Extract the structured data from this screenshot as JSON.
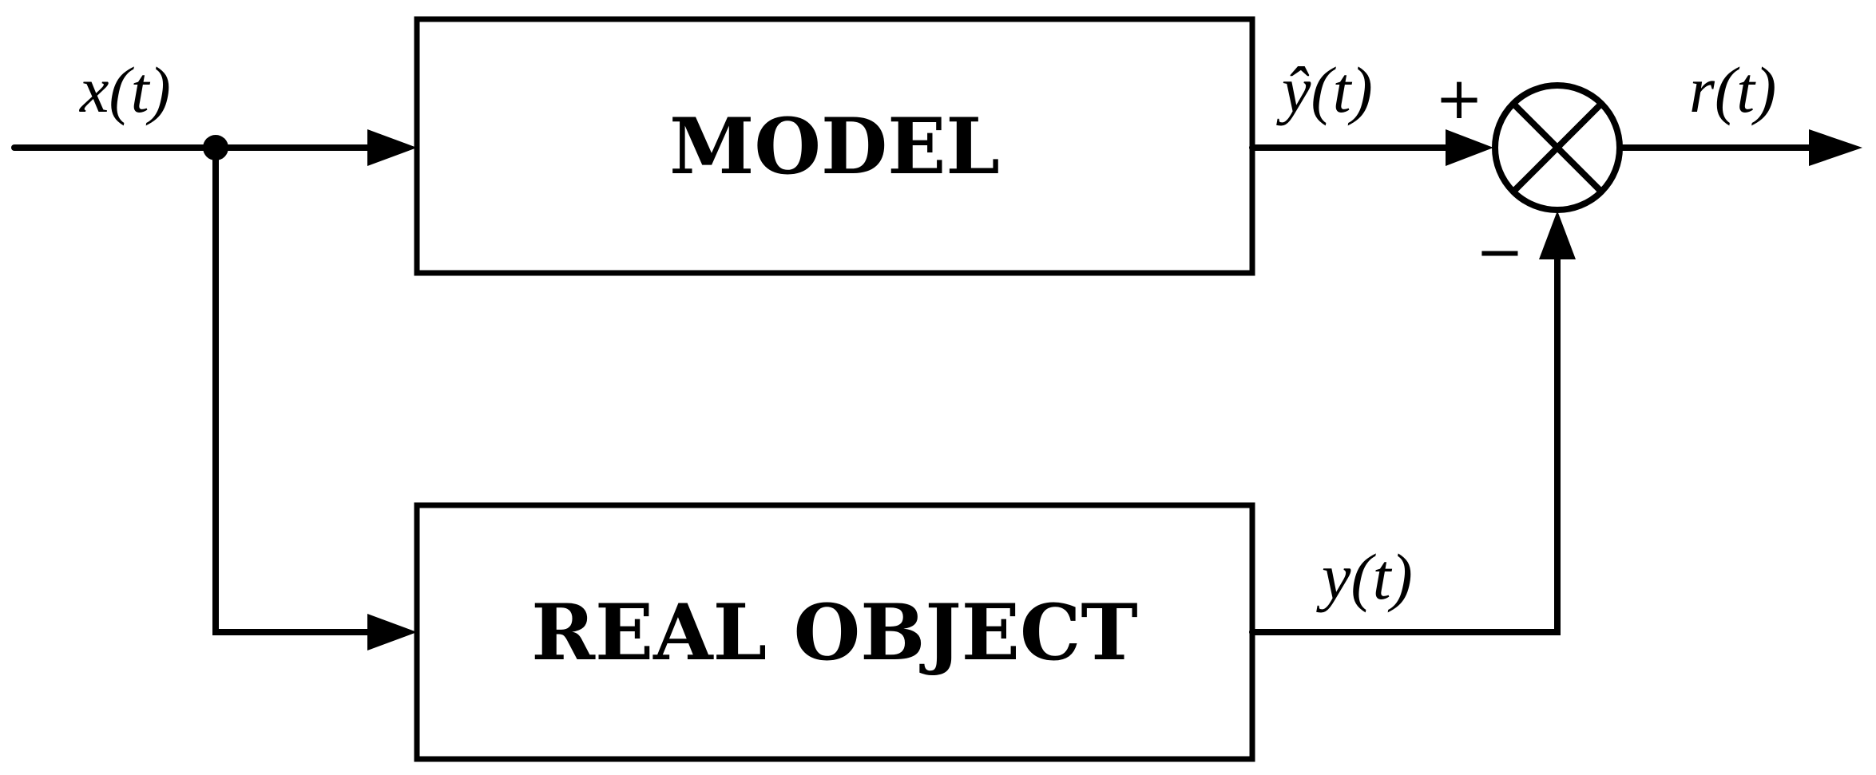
{
  "blocks": {
    "model": "MODEL",
    "real_object": "REAL OBJECT"
  },
  "signals": {
    "input": "x(t)",
    "model_output": "ŷ(t)",
    "object_output": "y(t)",
    "residual": "r(t)"
  },
  "summing_junction": {
    "plus_sign": "+",
    "minus_sign": "−"
  }
}
